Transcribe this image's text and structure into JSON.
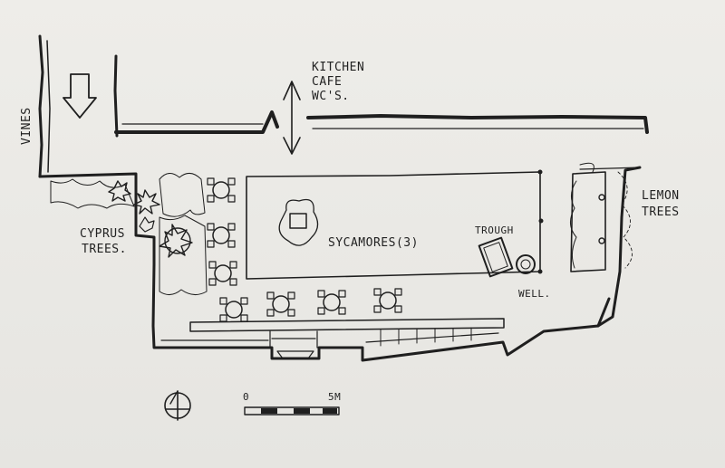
{
  "sketch": {
    "labels": {
      "vines": "VINES",
      "kitchen_line1": "KITCHEN",
      "kitchen_line2": "CAFE",
      "kitchen_line3": "WC'S.",
      "lemon_line1": "LEMON",
      "lemon_line2": "TREES",
      "cypress_line1": "CYPRUS",
      "cypress_line2": "TREES.",
      "sycamores": "SYCAMORES(3)",
      "trough": "TROUGH",
      "well": "WELL.",
      "scale_start": "0",
      "scale_end": "5M"
    },
    "icons": {
      "entry_arrow": "arrow-down-icon",
      "access_arrow": "double-arrow-vertical-icon",
      "north": "north-point-icon"
    },
    "ink_color": "#1f1f1f",
    "paper_color": "#ebeae6"
  }
}
